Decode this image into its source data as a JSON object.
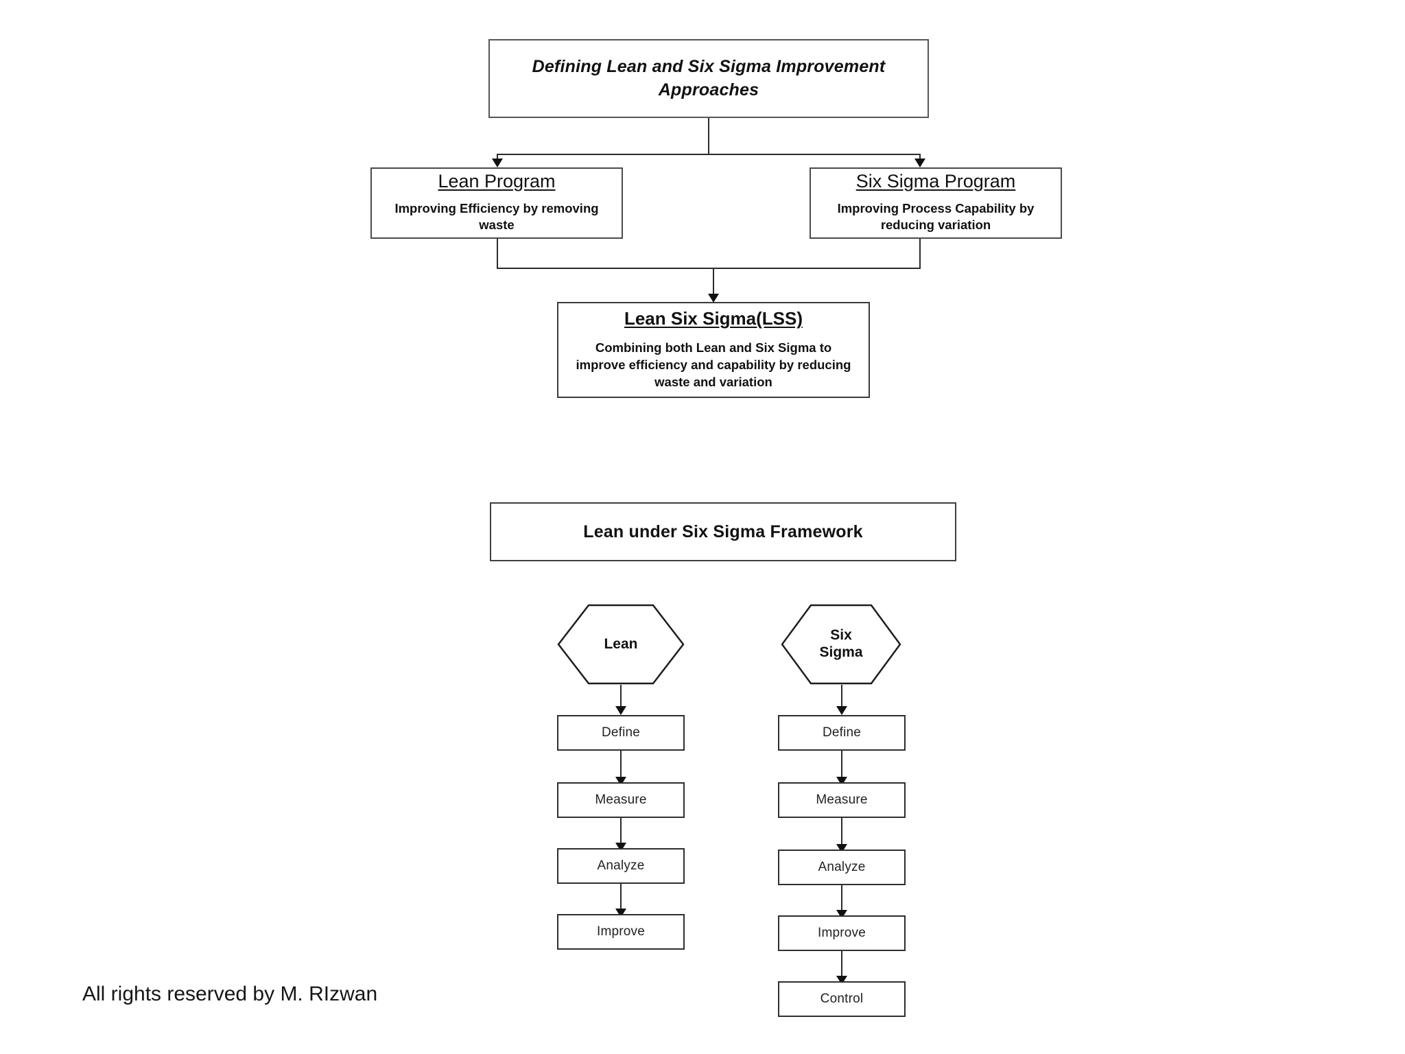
{
  "page": {
    "background_color": "#ffffff",
    "line_color": "#2b2b2b",
    "text_color": "#111111"
  },
  "top_section": {
    "title_box": {
      "text": "Defining Lean and Six Sigma Improvement Approaches"
    },
    "branches": [
      {
        "heading": "Lean Program",
        "description": "Improving Efficiency by removing waste"
      },
      {
        "heading": "Six Sigma Program",
        "description": "Improving Process Capability by reducing variation"
      }
    ],
    "merge_box": {
      "heading": "Lean Six Sigma(LSS)",
      "description": "Combining both Lean and Six Sigma to improve efficiency and capability by reducing waste and variation"
    }
  },
  "bottom_section": {
    "framework_title": "Lean under Six Sigma Framework",
    "columns": [
      {
        "hexagon_label": "Lean",
        "steps": [
          "Define",
          "Measure",
          "Analyze",
          "Improve"
        ]
      },
      {
        "hexagon_label": "Six\nSigma",
        "hexagon_line1": "Six",
        "hexagon_line2": "Sigma",
        "steps": [
          "Define",
          "Measure",
          "Analyze",
          "Improve",
          "Control"
        ]
      }
    ]
  },
  "footer": {
    "credit": "All rights reserved by M. RIzwan"
  }
}
